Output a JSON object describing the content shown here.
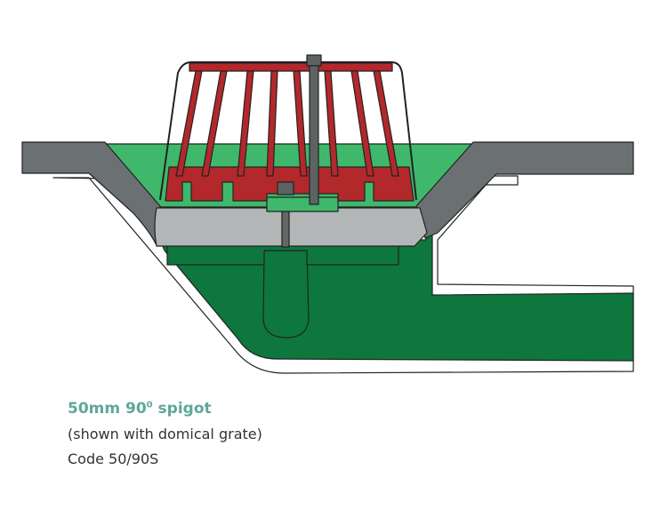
{
  "caption": {
    "title_main": "50mm 90",
    "title_sup": "0",
    "title_end": " spigot",
    "subtitle": "(shown with domical grate)",
    "code": "Code 50/90S"
  },
  "colors": {
    "slab": "#6b7172",
    "clamp_ring": "#b3b6b7",
    "bowl_light_green": "#3fb86b",
    "body_dark_green": "#0d773d",
    "grate_red": "#b2282b",
    "bolt": "#5d6363",
    "title": "#5ea89b"
  }
}
